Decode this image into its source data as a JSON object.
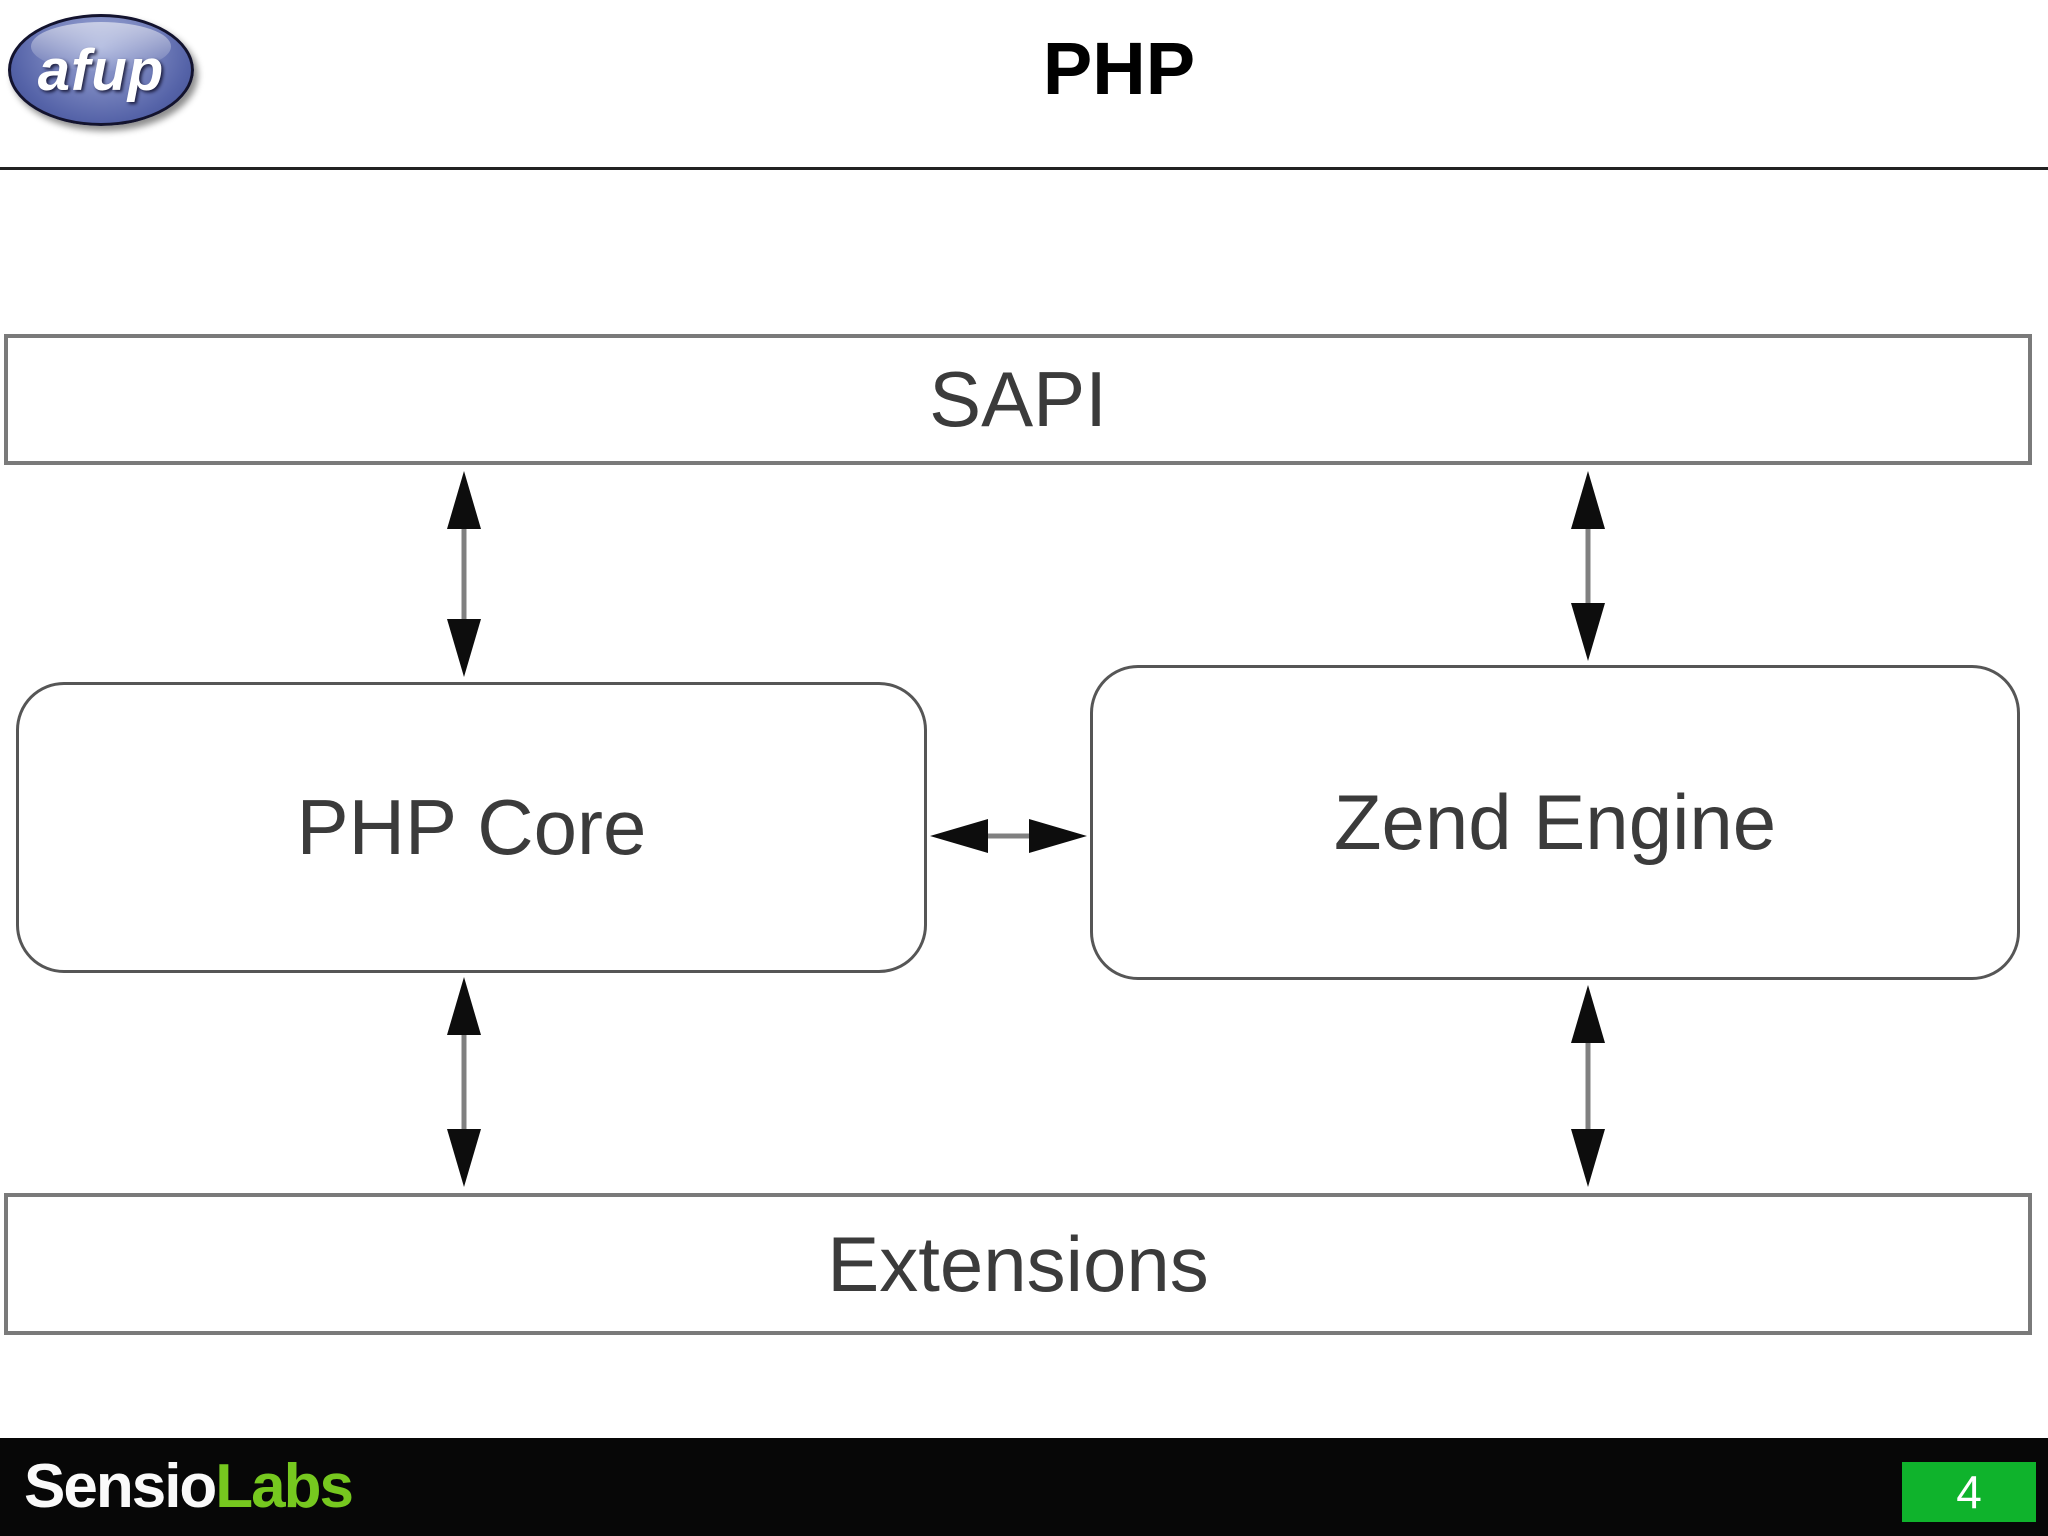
{
  "slide": {
    "title": "PHP",
    "page_number": "4"
  },
  "logo": {
    "text": "afup"
  },
  "diagram": {
    "sapi": {
      "label": "SAPI"
    },
    "php_core": {
      "label": "PHP Core"
    },
    "zend_engine": {
      "label": "Zend Engine"
    },
    "extensions": {
      "label": "Extensions"
    },
    "connections": [
      {
        "from": "SAPI",
        "to": "PHP Core",
        "bidirectional": true
      },
      {
        "from": "SAPI",
        "to": "Zend Engine",
        "bidirectional": true
      },
      {
        "from": "PHP Core",
        "to": "Zend Engine",
        "bidirectional": true
      },
      {
        "from": "PHP Core",
        "to": "Extensions",
        "bidirectional": true
      },
      {
        "from": "Zend Engine",
        "to": "Extensions",
        "bidirectional": true
      }
    ]
  },
  "footer": {
    "brand_primary": "Sensio",
    "brand_secondary": "Labs"
  },
  "colors": {
    "labs_green": "#76c81f",
    "badge_green": "#0fb32c",
    "box_border_gray": "#7a7a7a",
    "arrow_shaft_gray": "#808080",
    "arrow_head_black": "#0d0d0d",
    "logo_blue": "#5563a8"
  }
}
